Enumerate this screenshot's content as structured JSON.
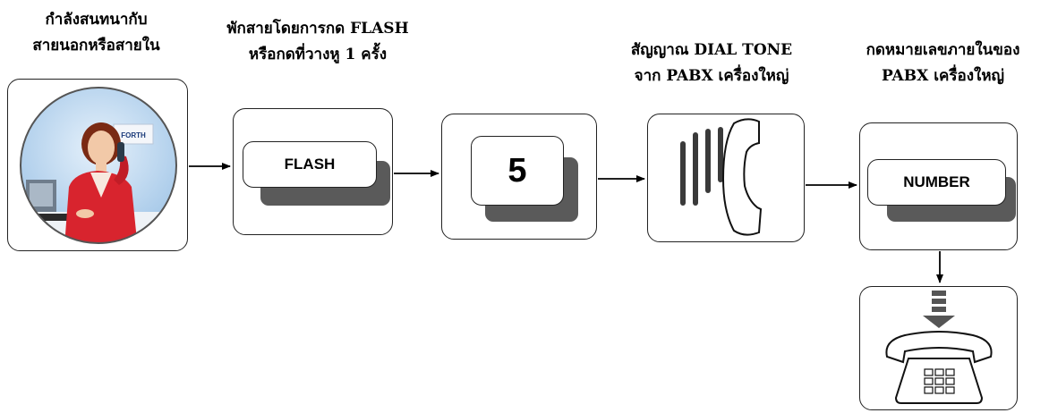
{
  "captions": {
    "step1": [
      "กำลังสนทนากับ",
      "สายนอกหรือสายใน"
    ],
    "step2": [
      "พักสายโดยการกด FLASH",
      "หรือกดที่วางหู 1 ครั้ง"
    ],
    "step3": [
      "สัญญาณ DIAL TONE",
      "จาก PABX เครื่องใหญ่"
    ],
    "step4": [
      "กดหมายเลขภายในของ",
      "PABX เครื่องใหญ่"
    ]
  },
  "keys": {
    "flash": "FLASH",
    "five": "5",
    "number": "NUMBER"
  },
  "photo": {
    "sign_text": "FORTH"
  },
  "colors": {
    "box_border": "#222222",
    "key_shadow": "#5a5a5a",
    "arrow": "#000000",
    "suit": "#d8242e",
    "photo_bg": "#9dc3e6"
  }
}
